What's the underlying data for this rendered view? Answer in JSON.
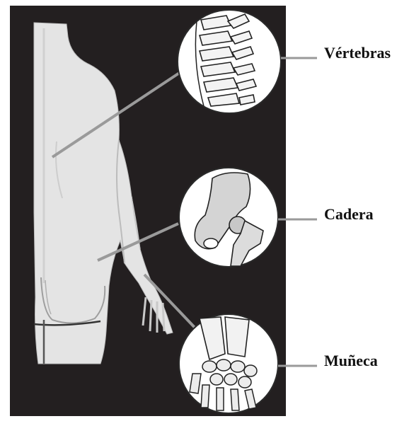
{
  "labels": [
    {
      "text": "Vértebras",
      "part": "spine"
    },
    {
      "text": "Cadera",
      "part": "hip"
    },
    {
      "text": "Muñeca",
      "part": "wrist"
    }
  ],
  "colors": {
    "background": "#231f20",
    "body": "#e4e4e4",
    "bone": "#f3f3f3",
    "line": "#9a9a9a",
    "outline": "#222222"
  }
}
